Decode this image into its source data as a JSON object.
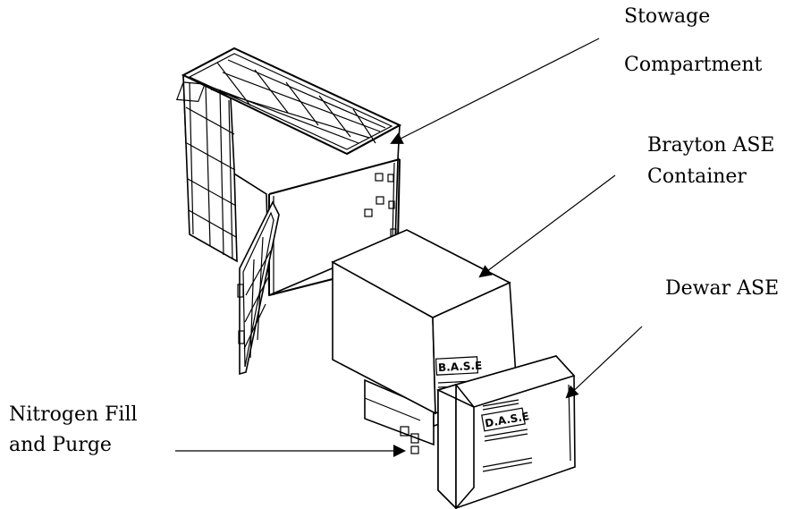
{
  "labels": {
    "stowage": {
      "line1": "Stowage",
      "line2": "Compartment"
    },
    "brayton": {
      "line1": "Brayton ASE",
      "line2": "Container"
    },
    "dewar": {
      "line1": "Dewar ASE"
    },
    "nitrogen": {
      "line1": "Nitrogen Fill",
      "line2": "and Purge"
    }
  },
  "stencils": {
    "base": "B.A.S.E",
    "dase": "D.A.S.E"
  }
}
